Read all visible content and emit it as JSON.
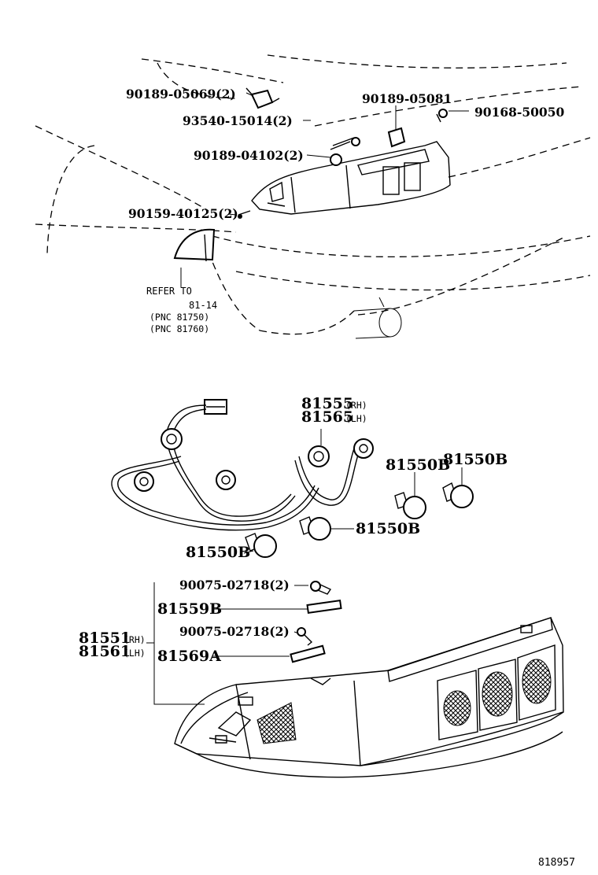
{
  "upper_group": {
    "label_90189_05069": "90189-05069(2)",
    "label_93540_15014": "93540-15014(2)",
    "label_90189_05081": "90189-05081",
    "label_90168_50050": "90168-50050",
    "label_90189_04102": "90189-04102(2)",
    "label_90159_40125": "90159-40125(2)",
    "refer_text": "REFER TO",
    "refer_page": "81-14",
    "refer_pnc_1": "(PNC 81750)",
    "refer_pnc_2": "(PNC 81760)"
  },
  "socket_group": {
    "label_81555": "81555",
    "label_81555_side": "(RH)",
    "label_81565": "81565",
    "label_81565_side": "(LH)",
    "bulb_label_a": "81550B",
    "bulb_label_b": "81550B",
    "bulb_label_c": "81550B",
    "bulb_label_d": "81550B"
  },
  "lamp_group": {
    "label_90075_a": "90075-02718(2)",
    "label_81559B": "81559B",
    "label_90075_b": "90075-02718(2)",
    "label_81569A": "81569A",
    "label_81551": "81551",
    "label_81551_side": "(RH)",
    "label_81561": "81561",
    "label_81561_side": "(LH)"
  },
  "figure_id": "818957"
}
